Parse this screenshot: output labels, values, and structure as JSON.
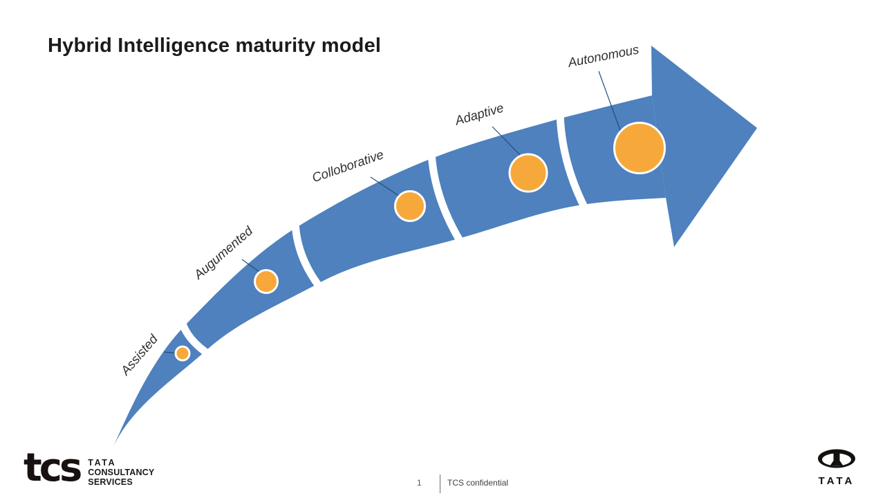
{
  "slide": {
    "title": "Hybrid Intelligence maturity model"
  },
  "diagram": {
    "type": "maturity-arrow",
    "description_stages": [
      {
        "label": "Assisted"
      },
      {
        "label": "Augumented"
      },
      {
        "label": "Colloborative"
      },
      {
        "label": "Adaptive"
      },
      {
        "label": "Autonomous"
      }
    ],
    "colors": {
      "arrow_blue": "#4E81BD",
      "circle_orange": "#F7A83B",
      "circle_border": "#FFFFFF",
      "leader_line": "#1F4E79"
    }
  },
  "footer": {
    "page_number": "1",
    "confidential_label": "TCS confidential"
  },
  "logos": {
    "tcs": {
      "wordmark": "tcs",
      "lines": [
        "TATA",
        "CONSULTANCY",
        "SERVICES"
      ]
    },
    "tata": {
      "wordmark": "TATA"
    }
  }
}
